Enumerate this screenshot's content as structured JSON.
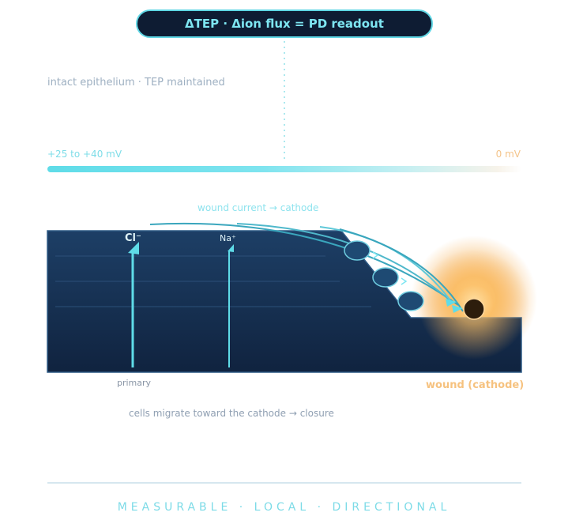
{
  "title": "ΔTEP · Δion flux = PD readout",
  "subtitle": "intact epithelium · TEP maintained",
  "tep_bar": {
    "left_label": "+25 to +40 mV",
    "right_label": "0 mV"
  },
  "wound_current_label": "wound current → cathode",
  "ions": {
    "chloride": "Cl⁻",
    "sodium": "Na⁺"
  },
  "primary_label": "primary",
  "wound_label": "wound (cathode)",
  "caption": "cells migrate toward the cathode → closure",
  "footer": "MEASURABLE · LOCAL · DIRECTIONAL",
  "colors": {
    "accent": "#5fd6e4",
    "tissue": "#173457",
    "wound_glow": "#f8b65a",
    "title_bg": "#0e1c33"
  }
}
